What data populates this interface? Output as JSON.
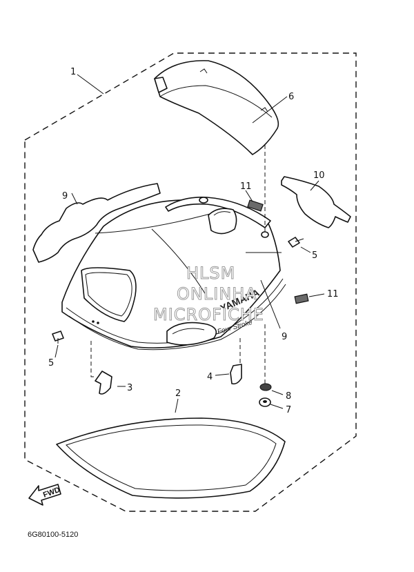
{
  "callouts": {
    "c1": "1",
    "c2": "2",
    "c3": "3",
    "c4": "4",
    "c5a": "5",
    "c5b": "5",
    "c6": "6",
    "c7": "7",
    "c8": "8",
    "c9a": "9",
    "c9b": "9",
    "c10": "10",
    "c11a": "11",
    "c11b": "11"
  },
  "labels": {
    "brand": "YAMAHA",
    "sub": "Four Stroke",
    "fwd": "FWD",
    "code": "6G80100-5120"
  },
  "watermark": {
    "line1": "HLSM",
    "line2": "ONLINHA",
    "line3": "MICROFICHE"
  }
}
